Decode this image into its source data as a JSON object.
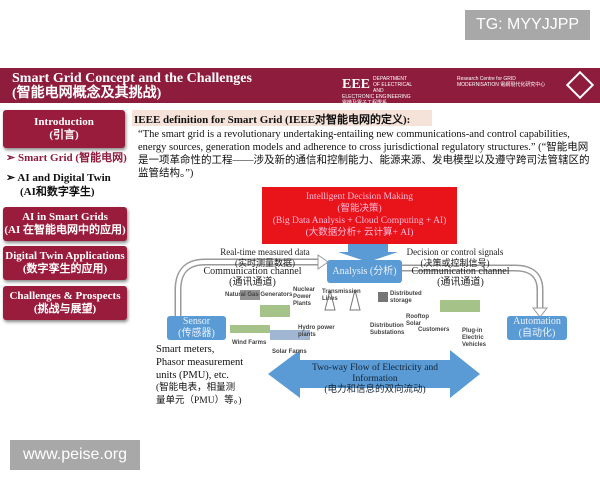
{
  "watermarks": {
    "top": "TG: MYYJJPP",
    "bottom": "www.peise.org"
  },
  "header": {
    "title_en": "Smart Grid Concept and the Challenges",
    "title_zh": "(智能电网概念及其挑战)",
    "logo1": "DEPARTMENT OF ELECTRICAL AND ELECTRONIC ENGINEERING 電機及電子工程學系",
    "logo2": "Research Centre for GRID MODERNISATION 電網現代化研究中心"
  },
  "sidebar": {
    "intro": {
      "en": "Introduction",
      "zh": "(引言)"
    },
    "bullets": [
      {
        "label": "Smart Grid (智能电网)",
        "color": "#8d1c3d"
      },
      {
        "label": "AI and Digital Twin",
        "label2": "(AI和数字孪生)"
      }
    ],
    "sections": [
      {
        "en": "AI in Smart Grids",
        "zh": "(AI 在智能电网中的应用)"
      },
      {
        "en": "Digital Twin Applications",
        "zh": "(数字孪生的应用)"
      },
      {
        "en": "Challenges & Prospects",
        "zh": "(挑战与展望)"
      }
    ]
  },
  "main": {
    "heading": "IEEE definition for Smart Grid (IEEE对智能电网的定义):",
    "quote": "“The smart grid is a revolutionary undertaking-entailing new communications-and control capabilities, energy sources, generation models and adherence to cross jurisdictional regulatory structures.” (“智能电网是一项革命性的工程——涉及新的通信和控制能力、能源来源、发电模型以及遵守跨司法管辖区的监管结构。”)"
  },
  "diagram": {
    "decision": [
      "Intelligent Decision Making",
      "(智能决策)",
      "(Big Data Analysis + Cloud Computing + AI)",
      "(大数据分析+ 云计算+ AI)"
    ],
    "analysis": "Analysis (分析)",
    "left_label": [
      "Real-time measured data",
      "(实时测量数据)"
    ],
    "right_label": [
      "Decision or control signals",
      "(决策或控制信号)"
    ],
    "channel": [
      "Communication channel",
      "(通讯通道)"
    ],
    "sensor": [
      "Sensor",
      "(传感器)"
    ],
    "automation": [
      "Automation",
      "(自动化)"
    ],
    "sensor_desc": [
      "Smart meters,",
      "Phasor measurement",
      "units (PMU), etc.",
      "(智能电表，相量测",
      "量单元（PMU）等。)"
    ],
    "flow": [
      "Two-way Flow of Electricity and Information",
      "(电力和信息的双向流动)"
    ],
    "grid_labels": [
      "Natural Gas Generators",
      "Nuclear Power Plants",
      "Transmission Lines",
      "Distributed storage",
      "Hydro power plants",
      "Wind Farms",
      "Solar Farms",
      "Distribution Substations",
      "Rooftop Solar",
      "Customers",
      "Plug-in Electric Vehicles"
    ],
    "colors": {
      "decision": "#e8141a",
      "blue": "#5b9bd5",
      "brand": "#8d1c3d"
    }
  }
}
